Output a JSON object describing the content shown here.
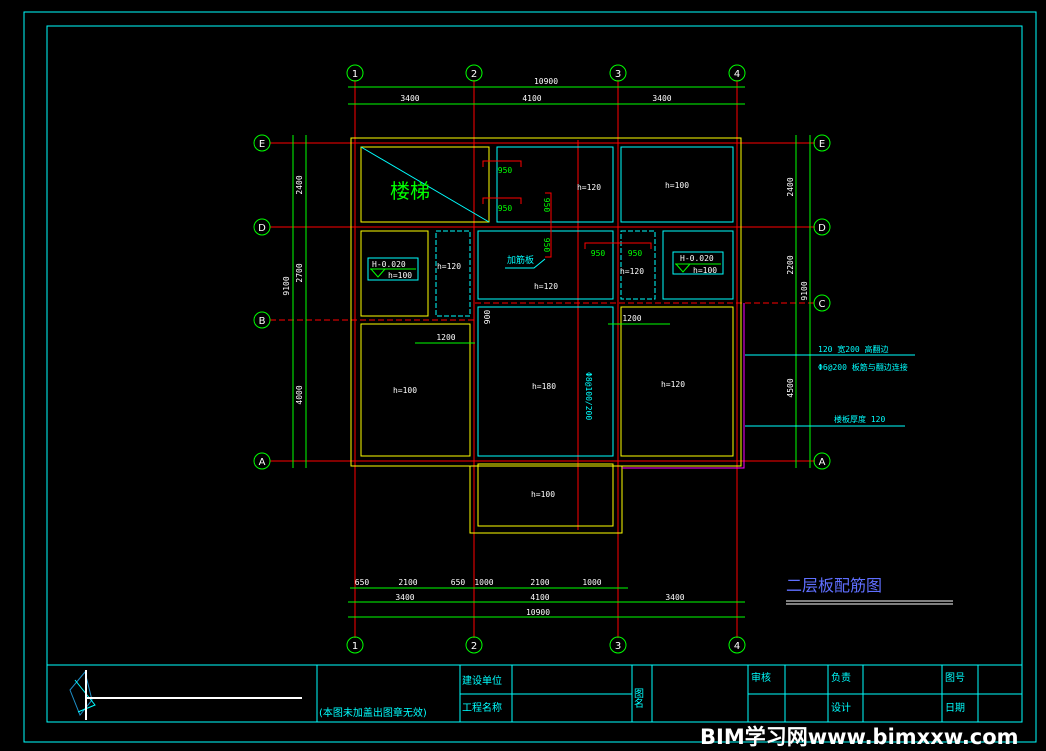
{
  "colors": {
    "background": "#000000",
    "frame": "#00ffff",
    "grid": "#ff0000",
    "dims": "#00ff00",
    "wall": "#ffff00",
    "slab": "#00ffff"
  },
  "axes": {
    "cols": [
      "1",
      "2",
      "3",
      "4"
    ],
    "rows_left": [
      "E",
      "D",
      "B",
      "A"
    ],
    "rows_right": [
      "E",
      "D",
      "C",
      "A"
    ]
  },
  "dims": {
    "top_total": "10900",
    "top_spans": [
      "3400",
      "4100",
      "3400"
    ],
    "bottom_sub": [
      "650",
      "2100",
      "650",
      "1000",
      "2100",
      "1000"
    ],
    "bottom_spans": [
      "3400",
      "4100",
      "3400"
    ],
    "bottom_total": "10900",
    "left_spans": [
      "2400",
      "2700",
      "4000"
    ],
    "left_total": "9100",
    "right_spans": [
      "2400",
      "2200",
      "4500"
    ],
    "right_total": "9100",
    "internal": [
      "950",
      "950",
      "950",
      "950",
      "950",
      "950",
      "1200",
      "1200",
      "900"
    ]
  },
  "labels": {
    "stairs": "楼梯",
    "reinforce": "加筋板",
    "h120": "h=120",
    "h100": "h=100",
    "h180": "h=180",
    "level_left": "H-0.020",
    "level_right": "H-0.020",
    "level_h": "h=100",
    "rebar": "Φ8@100/200",
    "note1": "120  宽200  高翻边",
    "note2": "Φ6@200  板筋与翻边连接",
    "note3": "楼板厚度  120",
    "drawing_title": "二层板配筋图"
  },
  "title_block": {
    "disclaimer": "(本图未加盖出图章无效)",
    "build_unit": "建设单位",
    "project_name": "工程名称",
    "drawing_name": "图名",
    "review": "审核",
    "responsible": "负责",
    "drawing_no": "图号",
    "design": "设计",
    "date": "日期"
  },
  "watermark": "BIM学习网www.bimxxw.com"
}
